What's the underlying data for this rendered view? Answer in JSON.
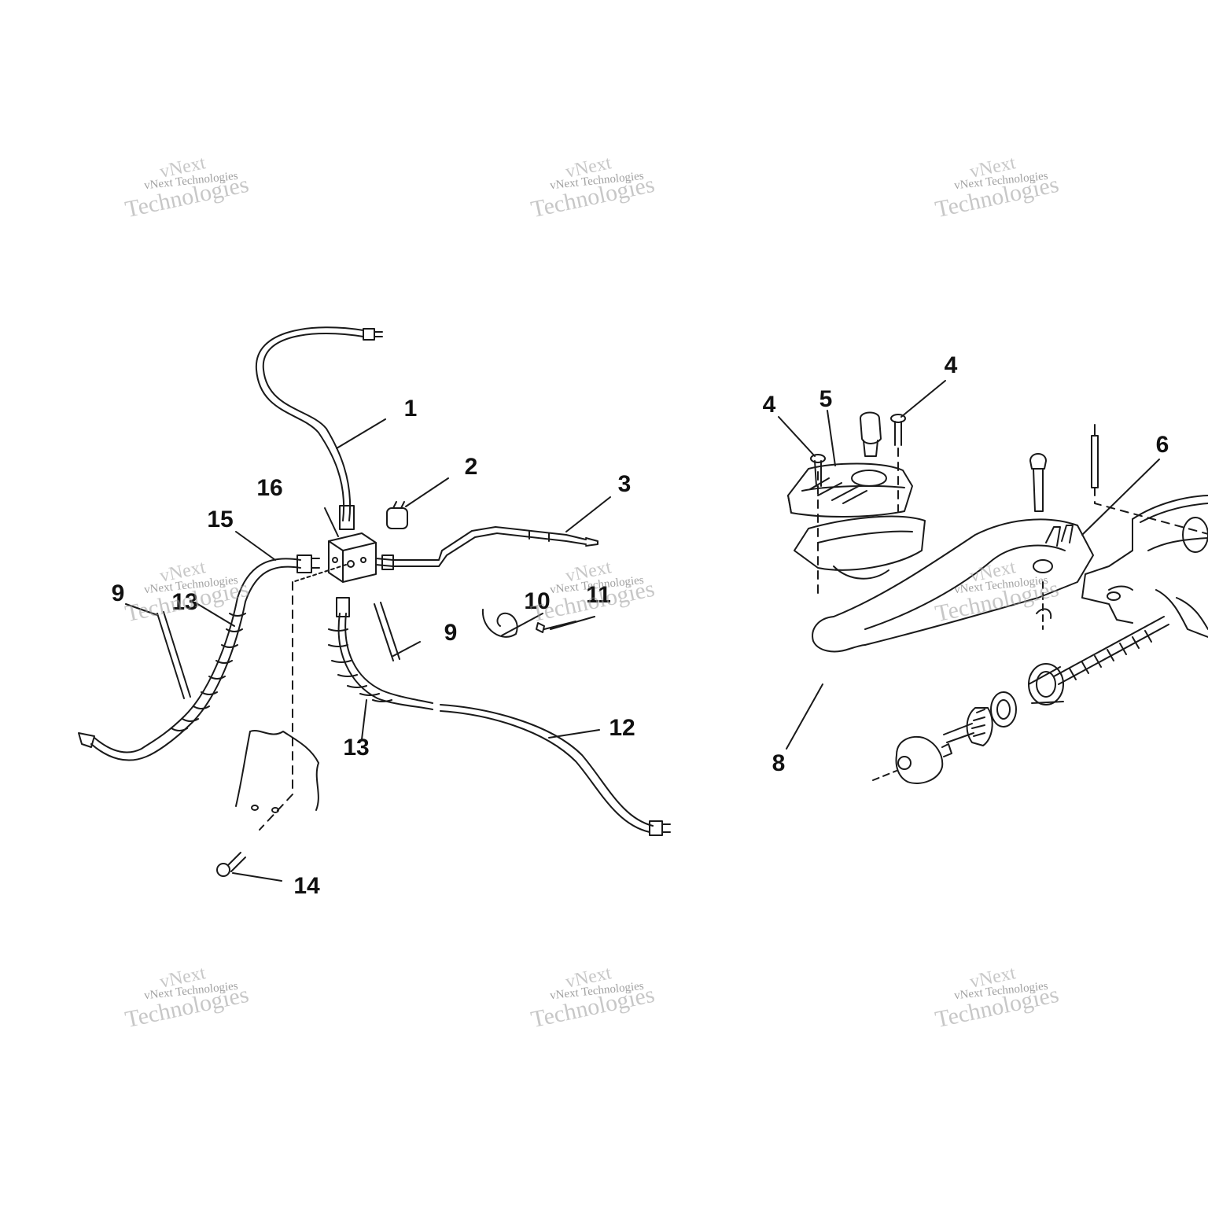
{
  "callouts": {
    "c1": "1",
    "c2": "2",
    "c3": "3",
    "c4a": "4",
    "c4b": "4",
    "c5": "5",
    "c6": "6",
    "c8": "8",
    "c9a": "9",
    "c9b": "9",
    "c10": "10",
    "c11": "11",
    "c12": "12",
    "c13a": "13",
    "c13b": "13",
    "c14": "14",
    "c15": "15",
    "c16": "16"
  },
  "watermark": {
    "brand": "vNext",
    "full": "vNext Technologies",
    "word": "Technologies"
  },
  "colors": {
    "line": "#1a1a1a",
    "watermark": "#9a9a9a"
  }
}
